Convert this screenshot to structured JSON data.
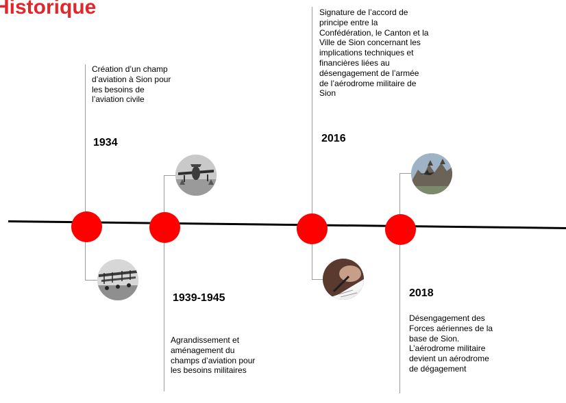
{
  "page": {
    "title": "Historique",
    "accent_color": "#ff0000",
    "title_color": "#e3262a"
  },
  "events": [
    {
      "year": "1934",
      "description": "Création d’un champ d’aviation à Sion pour les besoins de l’aviation civile",
      "photo_icon": "biplanes-photo-icon"
    },
    {
      "year": "1939-1945",
      "description": "Agrandissement et aménagement du champs d’aviation pour les besoins militaires",
      "photo_icon": "military-aircraft-photo-icon"
    },
    {
      "year": "2016",
      "description": "Signature de l’accord de principe entre la Confédération, le Canton et la Ville de Sion concernant les implications techniques et financières liées au désengagement de l’armée de l’aérodrome militaire de Sion",
      "photo_icon": "signing-document-photo-icon"
    },
    {
      "year": "2018",
      "description": "Désengagement des Forces aériennes de la base de Sion. L’aérodrome militaire devient un aérodrome de dégagement",
      "photo_icon": "jet-over-castle-photo-icon"
    }
  ]
}
